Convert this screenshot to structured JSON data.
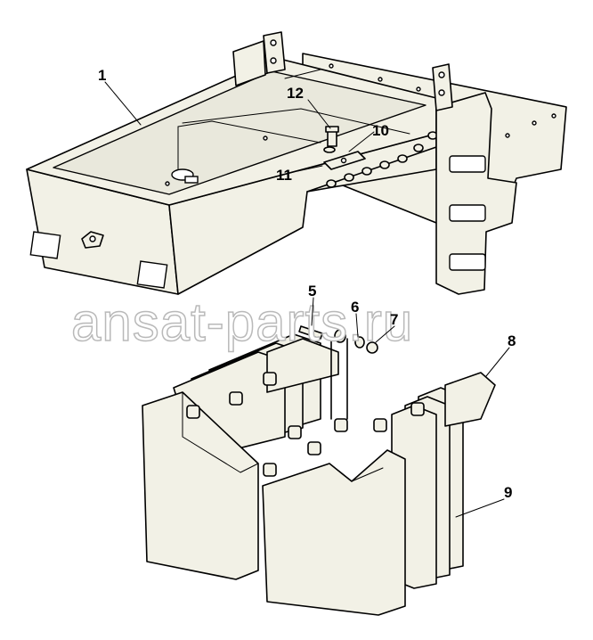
{
  "diagram": {
    "callouts": [
      {
        "id": "c1",
        "text": "1"
      },
      {
        "id": "c12",
        "text": "12"
      },
      {
        "id": "c10",
        "text": "10"
      },
      {
        "id": "c11",
        "text": "11"
      },
      {
        "id": "c5",
        "text": "5"
      },
      {
        "id": "c6",
        "text": "6"
      },
      {
        "id": "c7",
        "text": "7"
      },
      {
        "id": "c8",
        "text": "8"
      },
      {
        "id": "c9",
        "text": "9"
      }
    ]
  },
  "watermark": {
    "text": "ansat-parts.ru"
  },
  "colors": {
    "part_fill": "#f2f1e6",
    "line": "#000000",
    "watermark_stroke": "#b9b9b9"
  }
}
